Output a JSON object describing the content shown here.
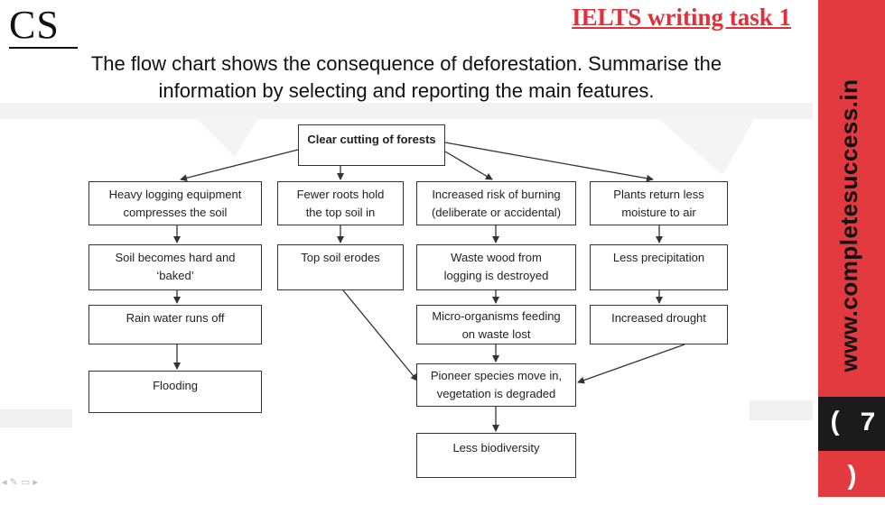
{
  "header": {
    "logo": "CS",
    "title": "IELTS  writing task 1"
  },
  "prompt": {
    "line1": "The flow chart shows the consequence of deforestation. Summarise the",
    "line2": "information by selecting and reporting the main features."
  },
  "flowchart": {
    "root": "Clear cutting of forests",
    "col1": [
      "Heavy logging equipment",
      "compresses the soil",
      "Soil becomes hard and",
      "‘baked’",
      "Rain water runs off",
      "Flooding"
    ],
    "col2": [
      "Fewer roots hold",
      "the top soil in",
      "Top soil erodes"
    ],
    "col3": [
      "Increased risk of burning",
      "(deliberate or accidental)",
      "Waste wood from",
      "logging is destroyed",
      "Micro-organisms feeding",
      "on waste lost",
      "Pioneer species move in,",
      "vegetation is degraded",
      "Less biodiversity"
    ],
    "col4": [
      "Plants return less",
      "moisture to air",
      "Less precipitation",
      "Increased drought"
    ]
  },
  "sidebar": {
    "url": "www.completesuccess.in",
    "page_number": "( 7 )",
    "accent_color": "#e23a3e"
  }
}
